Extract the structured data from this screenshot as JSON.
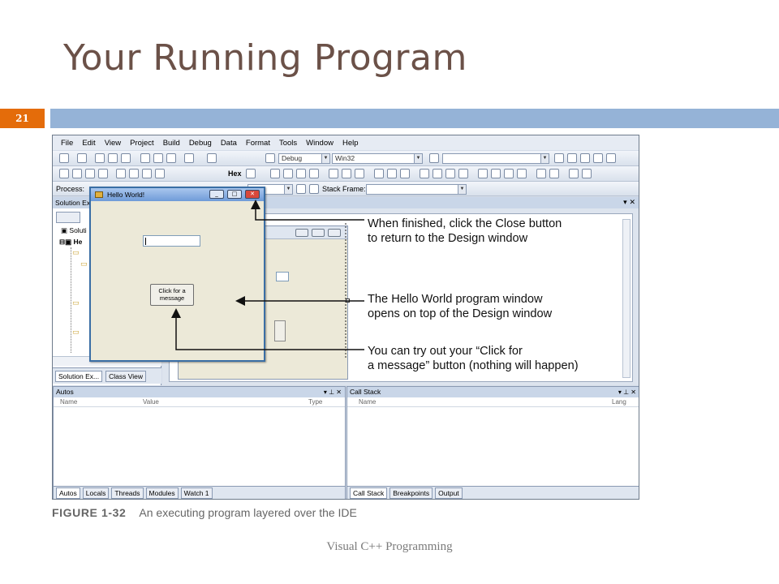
{
  "slide": {
    "title": "Your Running Program",
    "number": "21",
    "footer": "Visual C++ Programming"
  },
  "ide": {
    "menu": [
      "File",
      "Edit",
      "View",
      "Project",
      "Build",
      "Debug",
      "Data",
      "Format",
      "Tools",
      "Window",
      "Help"
    ],
    "toolbar": {
      "config": "Debug",
      "platform": "Win32",
      "hex_label": "Hex",
      "process_label": "Process:",
      "stack_frame_label": "Stack Frame:"
    },
    "solution_explorer": {
      "title": "Solution Ex",
      "item_solution": "Soluti",
      "item_project": "He",
      "tabs": [
        "Solution Ex...",
        "Class View"
      ]
    },
    "autos_panel": {
      "title": "Autos",
      "columns": [
        "Name",
        "Value",
        "Type"
      ],
      "tabs": [
        "Autos",
        "Locals",
        "Threads",
        "Modules",
        "Watch 1"
      ]
    },
    "callstack_panel": {
      "title": "Call Stack",
      "columns": [
        "Name",
        "Lang"
      ],
      "tabs": [
        "Call Stack",
        "Breakpoints",
        "Output"
      ]
    },
    "hello_window": {
      "title": "Hello World!",
      "button_label_line1": "Click for a",
      "button_label_line2": "message"
    }
  },
  "callouts": [
    {
      "line1": "When finished, click the Close button",
      "line2": "to return to the Design window"
    },
    {
      "line1": "The Hello World program window",
      "line2": "opens on top of the Design window"
    },
    {
      "line1": "You can try out your “Click for",
      "line2": "a message” button (nothing will happen)"
    }
  ],
  "figure": {
    "label": "FIGURE 1-32",
    "caption": "An executing program layered over the IDE"
  },
  "colors": {
    "title": "#6b5148",
    "accent_bar": "#95b3d7",
    "slide_number_bg": "#e46c0a"
  }
}
